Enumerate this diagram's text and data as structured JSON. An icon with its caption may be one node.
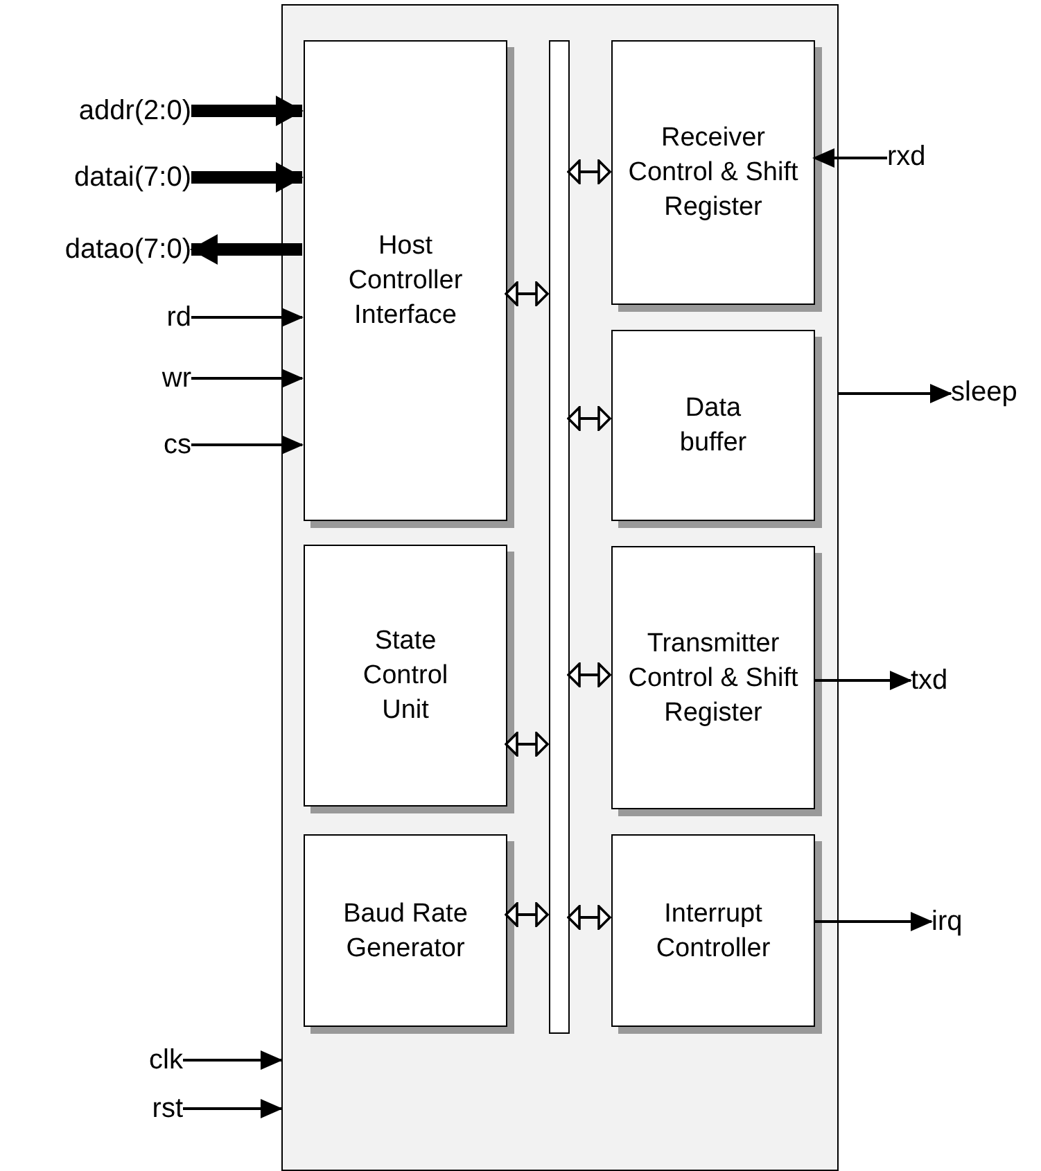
{
  "diagram": {
    "nodes": [
      {
        "text": [],
        "shape": "box"
      },
      {
        "text": [
          "Host Controller Interface"
        ],
        "in": 0
      },
      {
        "text": [
          "State Control Unit"
        ],
        "in": 0
      },
      {
        "text": [
          "Baud Rate Generator"
        ],
        "in": 0
      },
      {
        "text": [],
        "shape": "bar",
        "in": 0
      },
      {
        "text": [
          "Receiver Control & Shift Register"
        ],
        "in": 0
      },
      {
        "text": [
          "Data buffer"
        ],
        "in": 0
      },
      {
        "text": [
          "Transmitter Control & Shift Register"
        ],
        "in": 0
      },
      {
        "text": [
          "Interrupt Controller"
        ],
        "in": 0
      },
      {
        "text": [
          "addr(2:0)"
        ]
      },
      {
        "text": [
          "datai(7:0)"
        ]
      },
      {
        "text": [
          "datao(7:0)"
        ]
      },
      {
        "text": [
          "rd"
        ]
      },
      {
        "text": [
          "wr"
        ]
      },
      {
        "text": [
          "cs"
        ]
      },
      {
        "text": [
          "rxd"
        ]
      },
      {
        "text": [
          "sleep"
        ]
      },
      {
        "text": [
          "txd"
        ]
      },
      {
        "text": [
          "irq"
        ]
      },
      {
        "text": [
          "clk"
        ]
      },
      {
        "text": [
          "rst"
        ]
      }
    ],
    "edges": [
      {
        "from": 9,
        "to": 1,
        "arrow": "to",
        "style": "thick"
      },
      {
        "from": 10,
        "to": 1,
        "arrow": "to",
        "style": "thick"
      },
      {
        "from": 1,
        "to": 11,
        "arrow": "to",
        "style": "thick"
      },
      {
        "from": 12,
        "to": 1,
        "arrow": "to"
      },
      {
        "from": 13,
        "to": 1,
        "arrow": "to"
      },
      {
        "from": 14,
        "to": 1,
        "arrow": "to"
      },
      {
        "from": 15,
        "to": 5,
        "arrow": "to"
      },
      {
        "from": 0,
        "to": 16,
        "arrow": "to"
      },
      {
        "from": 7,
        "to": 17,
        "arrow": "to"
      },
      {
        "from": 8,
        "to": 18,
        "arrow": "to"
      },
      {
        "from": 19,
        "to": 0,
        "arrow": "to"
      },
      {
        "from": 20,
        "to": 0,
        "arrow": "to"
      },
      {
        "from": 1,
        "to": 4,
        "arrow": "both"
      },
      {
        "from": 2,
        "to": 4,
        "arrow": "both"
      },
      {
        "from": 3,
        "to": 4,
        "arrow": "both"
      },
      {
        "from": 5,
        "to": 4,
        "arrow": "both"
      },
      {
        "from": 6,
        "to": 4,
        "arrow": "both"
      },
      {
        "from": 7,
        "to": 4,
        "arrow": "both"
      },
      {
        "from": 8,
        "to": 4,
        "arrow": "both"
      }
    ]
  }
}
